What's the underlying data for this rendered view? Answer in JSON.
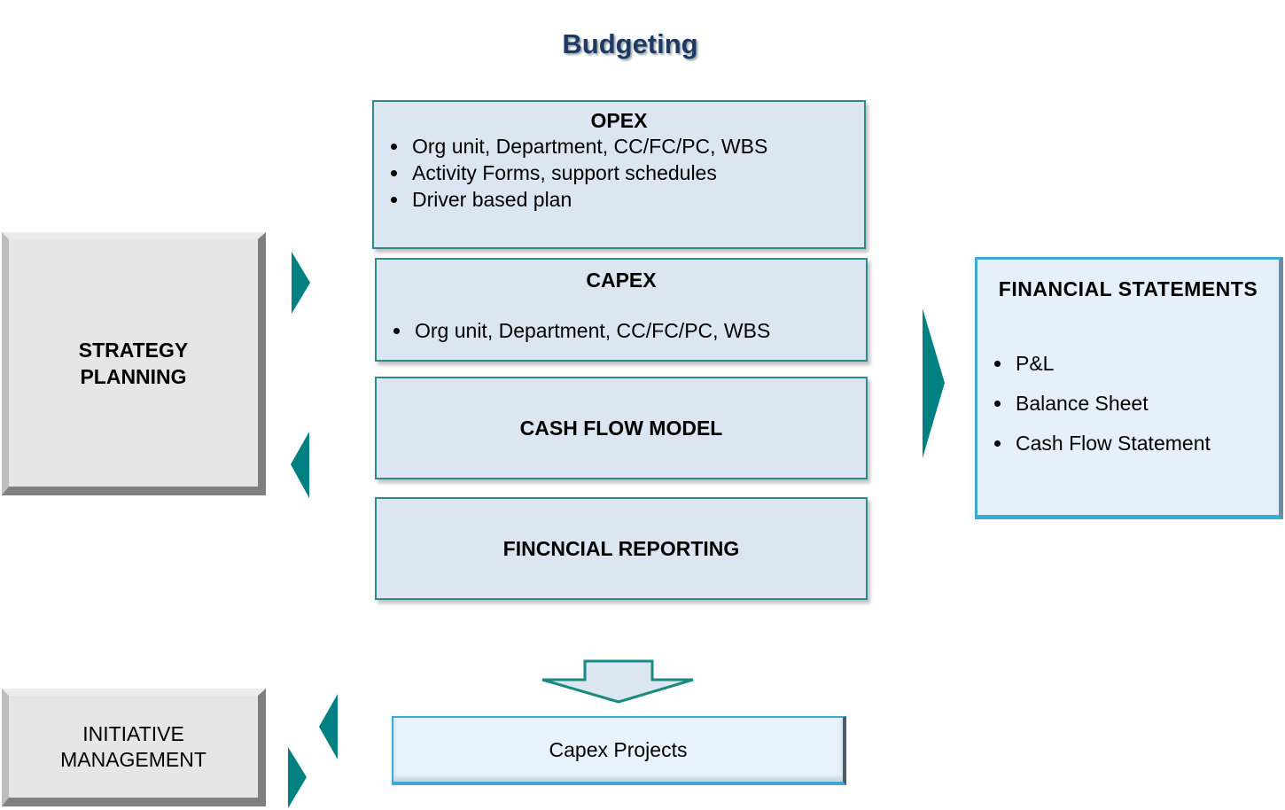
{
  "title": "Budgeting",
  "strategy": {
    "lines": [
      "STRATEGY",
      "PLANNING"
    ]
  },
  "initiative": {
    "lines": [
      "INITIATIVE",
      "MANAGEMENT"
    ]
  },
  "opex": {
    "heading": "OPEX",
    "items": [
      "Org unit, Department, CC/FC/PC, WBS",
      "Activity Forms, support schedules",
      "Driver based plan"
    ]
  },
  "capex": {
    "heading": "CAPEX",
    "items": [
      "Org unit, Department, CC/FC/PC, WBS"
    ]
  },
  "cashflow": {
    "heading": "CASH FLOW MODEL"
  },
  "reporting": {
    "heading": "FINCNCIAL REPORTING"
  },
  "financial": {
    "heading": "FINANCIAL  STATEMENTS",
    "items": [
      "P&L",
      "Balance Sheet",
      "Cash Flow Statement"
    ]
  },
  "capex_projects": {
    "label": "Capex Projects"
  },
  "colors": {
    "arrow": "#008080",
    "box_fill": "#dce6f2",
    "title": "#1f3864"
  }
}
